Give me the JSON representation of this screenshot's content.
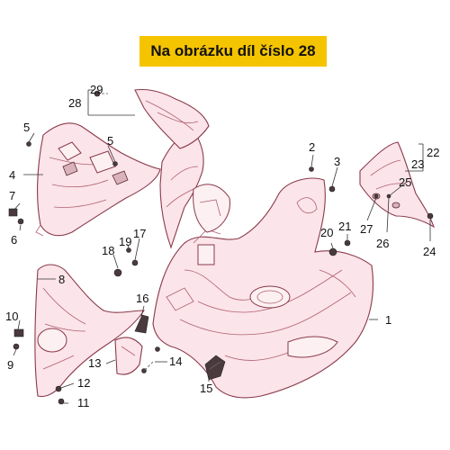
{
  "banner": {
    "text": "Na obrázku díl číslo 28",
    "color": "#f5c400"
  },
  "callouts": {
    "c1": "1",
    "c2": "2",
    "c3": "3",
    "c4": "4",
    "c5a": "5",
    "c5b": "5",
    "c6": "6",
    "c7": "7",
    "c8": "8",
    "c9": "9",
    "c10": "10",
    "c11": "11",
    "c12": "12",
    "c13": "13",
    "c14": "14",
    "c15": "15",
    "c16": "16",
    "c17": "17",
    "c18": "18",
    "c19": "19",
    "c20": "20",
    "c21": "21",
    "c22": "22",
    "c23": "23",
    "c24": "24",
    "c25": "25",
    "c26": "26",
    "c27": "27",
    "c28": "28",
    "c29": "29"
  },
  "colors": {
    "part_fill": "#fbe4ea",
    "part_stroke": "#8a3a4a"
  }
}
